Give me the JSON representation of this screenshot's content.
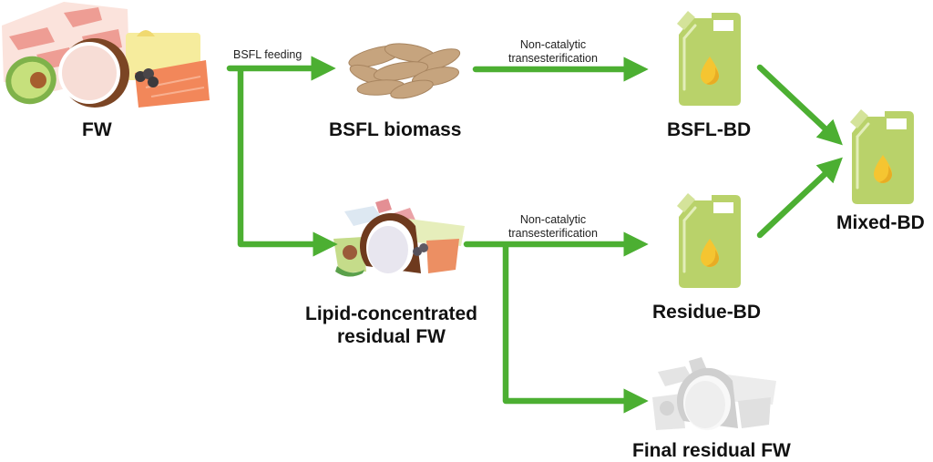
{
  "nodes": {
    "fw": {
      "label": "FW"
    },
    "bsfl_biomass": {
      "label": "BSFL biomass"
    },
    "bsfl_bd": {
      "label": "BSFL-BD"
    },
    "lipid_residual": {
      "label_line1": "Lipid-concentrated",
      "label_line2": "residual FW"
    },
    "residue_bd": {
      "label": "Residue-BD"
    },
    "mixed_bd": {
      "label": "Mixed-BD"
    },
    "final_residual": {
      "label": "Final residual FW"
    }
  },
  "edges": {
    "bsfl_feeding": {
      "label": "BSFL feeding"
    },
    "nct_top": {
      "line1": "Non-catalytic",
      "line2": "transesterification"
    },
    "nct_bottom": {
      "line1": "Non-catalytic",
      "line2": "transesterification"
    }
  },
  "icons": {
    "fw": "food-waste-icon",
    "bsfl": "larvae-icon",
    "canister": "biodiesel-canister-icon",
    "residual": "residual-food-waste-icon",
    "final": "final-residue-icon"
  },
  "colors": {
    "arrow": "#4caf32",
    "canister": "#b9d26a",
    "canister_dark": "#a6c25a",
    "droplet": "#f5c531",
    "text": "#111111"
  }
}
